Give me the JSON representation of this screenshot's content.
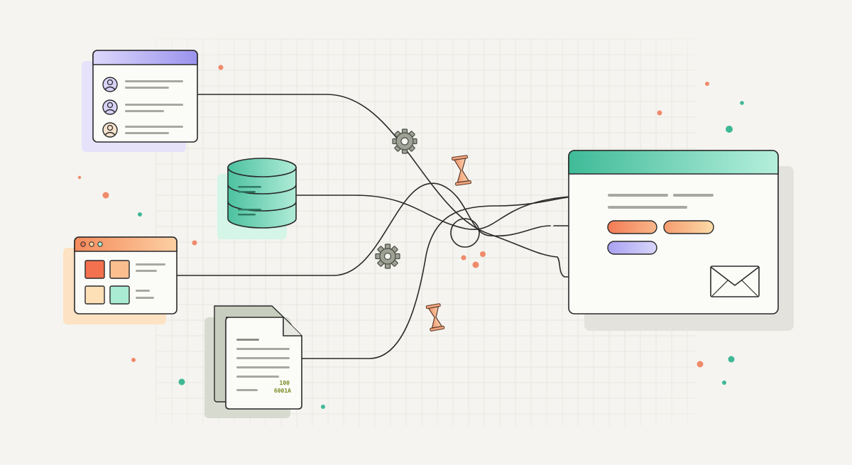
{
  "document": {
    "code_line_1": "100",
    "code_line_2": "6001A"
  },
  "colors": {
    "background": "#f5f4f0",
    "grid": "#e3e3dc",
    "stroke": "#2a2a2a",
    "text_line": "#a8a8a2",
    "purple": "#a9a3f0",
    "teal": "#46c29e",
    "mint": "#a8ecd6",
    "orange": "#f37c58",
    "peach": "#fbc99a",
    "lilac": "#bcb8f6",
    "accent_dot": "#ef8a6a",
    "accent_dot_teal": "#3fb896",
    "doc_code": "#7a8a1f"
  },
  "icons": {
    "user_list": "user-list-window",
    "database": "database-cylinder",
    "dashboard": "dashboard-window",
    "document": "document-pages",
    "gear": "gear-icon",
    "hourglass": "hourglass-icon",
    "envelope": "envelope-icon",
    "form": "form-window"
  }
}
